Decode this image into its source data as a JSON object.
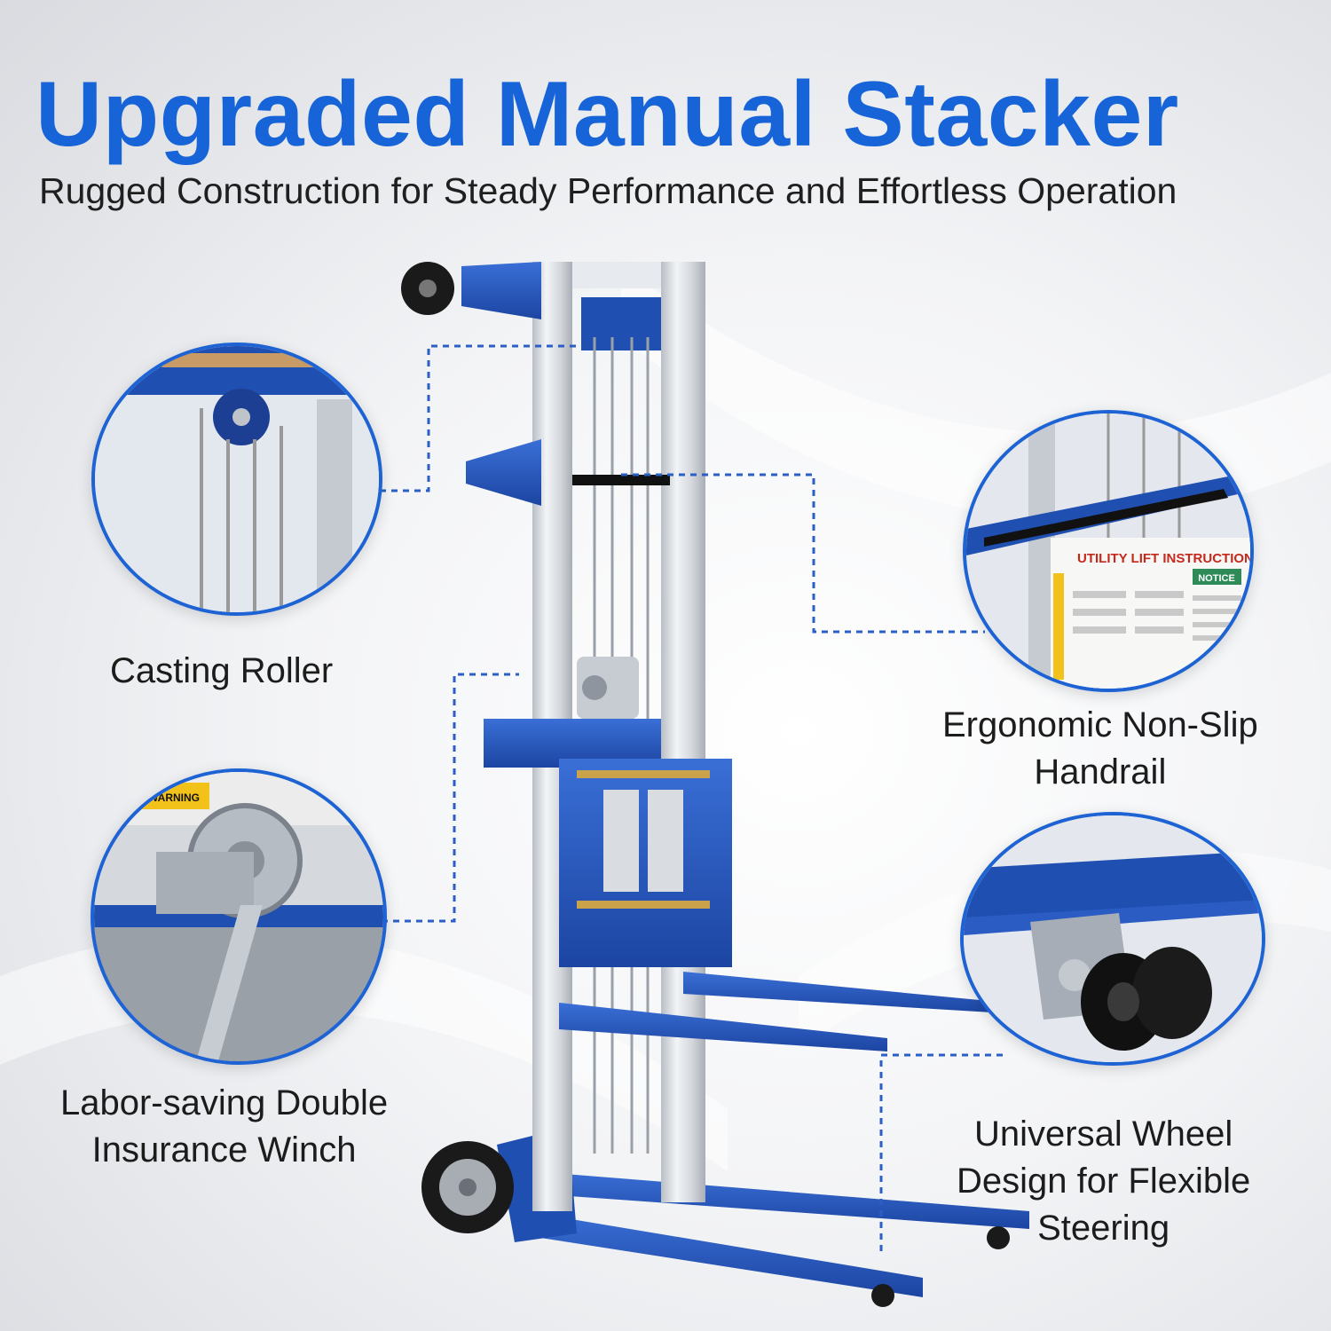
{
  "header": {
    "title": "Upgraded Manual Stacker",
    "subtitle": "Rugged Construction for Steady Performance and Effortless Operation"
  },
  "features": {
    "casting_roller": "Casting Roller",
    "winch_line1": "Labor-saving Double",
    "winch_line2": "Insurance Winch",
    "handrail_line1": "Ergonomic Non-Slip",
    "handrail_line2": "Handrail",
    "wheel_line1": "Universal Wheel",
    "wheel_line2": "Design for Flexible",
    "wheel_line3": "Steering"
  },
  "sign": {
    "title": "UTILITY LIFT INSTRUCTIONS",
    "notice": "NOTICE",
    "warning": "WARNING"
  },
  "winch_warning": "WARNING",
  "colors": {
    "brand_blue": "#1764d8",
    "frame_blue": "#1f4fb0",
    "aluminum": "#d6dadf",
    "leader_line": "#2b5fc7"
  }
}
